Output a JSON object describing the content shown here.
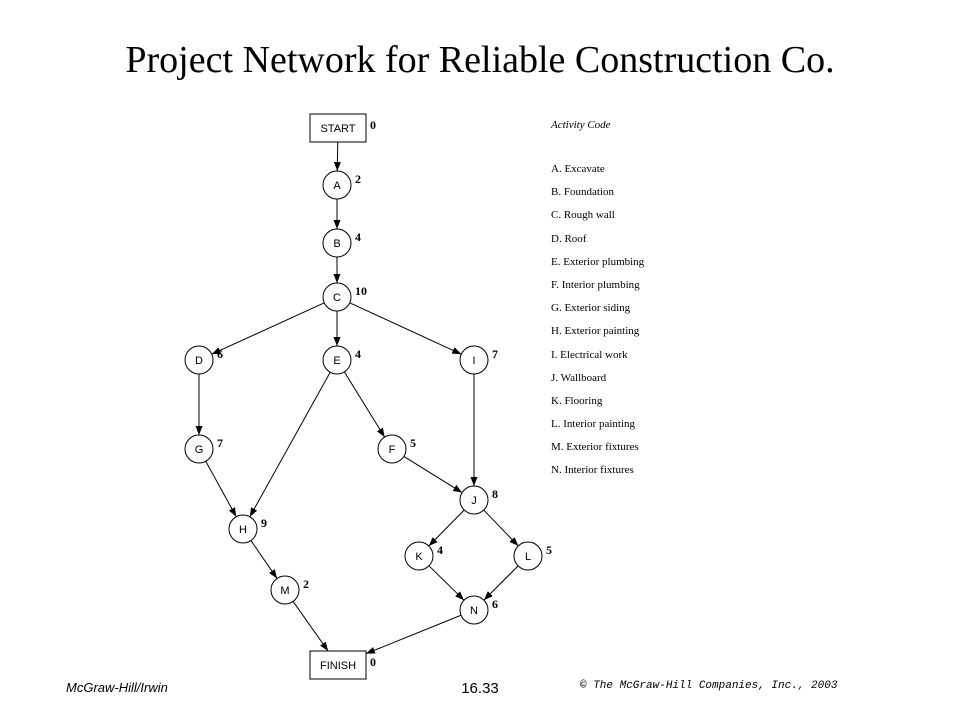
{
  "title": "Project Network for Reliable Construction Co.",
  "nodes": [
    {
      "id": "START",
      "label": "START",
      "duration": "0",
      "shape": "box"
    },
    {
      "id": "A",
      "label": "A",
      "duration": "2",
      "shape": "circle"
    },
    {
      "id": "B",
      "label": "B",
      "duration": "4",
      "shape": "circle"
    },
    {
      "id": "C",
      "label": "C",
      "duration": "10",
      "shape": "circle"
    },
    {
      "id": "D",
      "label": "D",
      "duration": "6",
      "shape": "circle"
    },
    {
      "id": "E",
      "label": "E",
      "duration": "4",
      "shape": "circle"
    },
    {
      "id": "I",
      "label": "I",
      "duration": "7",
      "shape": "circle"
    },
    {
      "id": "G",
      "label": "G",
      "duration": "7",
      "shape": "circle"
    },
    {
      "id": "F",
      "label": "F",
      "duration": "5",
      "shape": "circle"
    },
    {
      "id": "J",
      "label": "J",
      "duration": "8",
      "shape": "circle"
    },
    {
      "id": "H",
      "label": "H",
      "duration": "9",
      "shape": "circle"
    },
    {
      "id": "K",
      "label": "K",
      "duration": "4",
      "shape": "circle"
    },
    {
      "id": "L",
      "label": "L",
      "duration": "5",
      "shape": "circle"
    },
    {
      "id": "M",
      "label": "M",
      "duration": "2",
      "shape": "circle"
    },
    {
      "id": "N",
      "label": "N",
      "duration": "6",
      "shape": "circle"
    },
    {
      "id": "FINISH",
      "label": "FINISH",
      "duration": "0",
      "shape": "box"
    }
  ],
  "edges": [
    [
      "START",
      "A"
    ],
    [
      "A",
      "B"
    ],
    [
      "B",
      "C"
    ],
    [
      "C",
      "D"
    ],
    [
      "C",
      "E"
    ],
    [
      "C",
      "I"
    ],
    [
      "D",
      "G"
    ],
    [
      "G",
      "H"
    ],
    [
      "E",
      "H"
    ],
    [
      "E",
      "F"
    ],
    [
      "F",
      "J"
    ],
    [
      "I",
      "J"
    ],
    [
      "J",
      "K"
    ],
    [
      "J",
      "L"
    ],
    [
      "H",
      "M"
    ],
    [
      "K",
      "N"
    ],
    [
      "L",
      "N"
    ],
    [
      "M",
      "FINISH"
    ],
    [
      "N",
      "FINISH"
    ]
  ],
  "legend": {
    "title": "Activity Code",
    "items": [
      "A. Excavate",
      "B. Foundation",
      "C. Rough wall",
      "D. Roof",
      "E. Exterior plumbing",
      "F. Interior plumbing",
      "G. Exterior siding",
      "H. Exterior painting",
      "I. Electrical work",
      "J. Wallboard",
      "K. Flooring",
      "L. Interior painting",
      "M. Exterior fixtures",
      "N. Interior fixtures"
    ]
  },
  "footer": {
    "left": "McGraw-Hill/Irwin",
    "center": "16.33",
    "right": "© The McGraw-Hill Companies, Inc., 2003"
  }
}
